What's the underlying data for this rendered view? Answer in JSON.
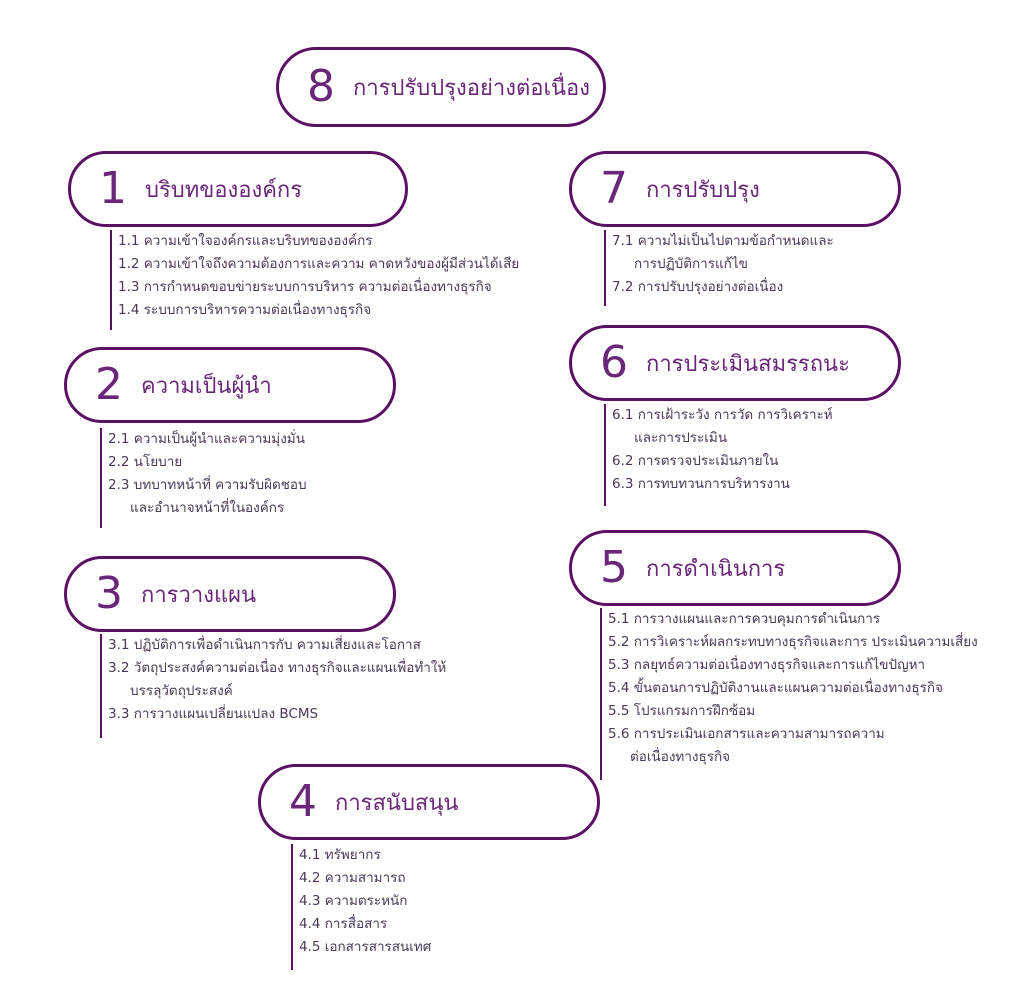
{
  "top": {
    "num": "8",
    "title": "การปรับปรุงอย่างต่อเนื่อง"
  },
  "sections": [
    {
      "id": "s1",
      "num": "1",
      "title": "บริบทขององค์กร",
      "items": [
        [
          "1.1 ความเข้าใจองค์กรและบริบทขององค์กร"
        ],
        [
          "1.2 ความเข้าใจถึงความต้องการและความ คาดหวังของผู้มีส่วนได้เสีย"
        ],
        [
          "1.3 การกำหนดขอบข่ายระบบการบริหาร ความต่อเนื่องทางธุรกิจ"
        ],
        [
          "1.4 ระบบการบริหารความต่อเนื่องทางธุรกิจ"
        ]
      ]
    },
    {
      "id": "s2",
      "num": "2",
      "title": "ความเป็นผู้นำ",
      "items": [
        [
          "2.1 ความเป็นผู้นำและความมุ่งมั่น"
        ],
        [
          "2.2 นโยบาย"
        ],
        [
          "2.3 บทบาทหน้าที่ ความรับผิดชอบ",
          "และอำนาจหน้าที่ในองค์กร"
        ]
      ]
    },
    {
      "id": "s3",
      "num": "3",
      "title": "การวางแผน",
      "items": [
        [
          "3.1 ปฏิบัติการเพื่อดำเนินการกับ ความเสี่ยงและโอกาส"
        ],
        [
          "3.2 วัตถุประสงค์ความต่อเนื่อง ทางธุรกิจและแผนเพื่อทำให้",
          "บรรลุวัตถุประสงค์"
        ],
        [
          "3.3 การวางแผนเปลี่ยนแปลง BCMS"
        ]
      ]
    },
    {
      "id": "s4",
      "num": "4",
      "title": "การสนับสนุน",
      "items": [
        [
          "4.1 ทรัพยากร"
        ],
        [
          "4.2 ความสามารถ"
        ],
        [
          "4.3 ความตระหนัก"
        ],
        [
          "4.4 การสื่อสาร"
        ],
        [
          "4.5 เอกสารสารสนเทศ"
        ]
      ]
    },
    {
      "id": "s5",
      "num": "5",
      "title": "การดำเนินการ",
      "items": [
        [
          "5.1 การวางแผนและการควบคุมการดำเนินการ"
        ],
        [
          "5.2 การวิเคราะห์ผลกระทบทางธุรกิจและการ ประเมินความเสี่ยง"
        ],
        [
          "5.3 กลยุทธ์ความต่อเนื่องทางธุรกิจและการแก้ไขปัญหา"
        ],
        [
          "5.4 ขั้นตอนการปฏิบัติงานและแผนความต่อเนื่องทางธุรกิจ"
        ],
        [
          "5.5 โปรแกรมการฝึกซ้อม"
        ],
        [
          "5.6 การประเมินเอกสารและความสามารถความ",
          "ต่อเนื่องทางธุรกิจ"
        ]
      ]
    },
    {
      "id": "s6",
      "num": "6",
      "title": "การประเมินสมรรถนะ",
      "items": [
        [
          "6.1 การเฝ้าระวัง การวัด การวิเคราะห์",
          "และการประเมิน"
        ],
        [
          "6.2 การตรวจประเมินภายใน"
        ],
        [
          "6.3 การทบทวนการบริหารงาน"
        ]
      ]
    },
    {
      "id": "s7",
      "num": "7",
      "title": "การปรับปรุง",
      "items": [
        [
          "7.1 ความไม่เป็นไปตามข้อกำหนดและ",
          "การปฏิบัติการแก้ไข"
        ],
        [
          "7.2 การปรับปรุงอย่างต่อเนื่อง"
        ]
      ]
    }
  ]
}
